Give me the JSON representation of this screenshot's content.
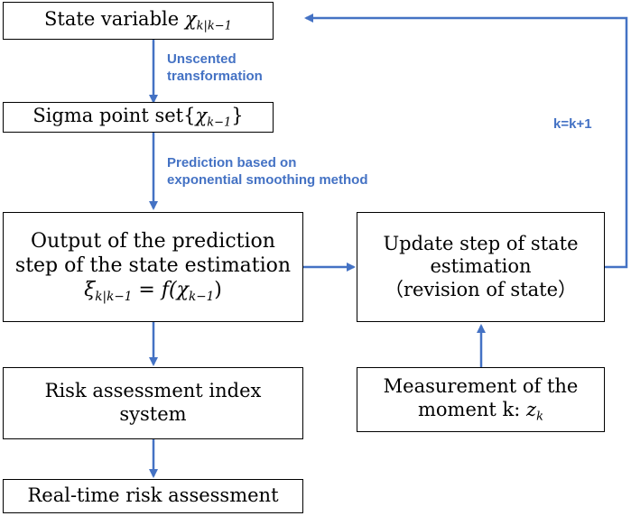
{
  "colors": {
    "arrow": "#4472c4",
    "label": "#4472c4",
    "box_border": "#000000"
  },
  "boxes": {
    "state_variable": {
      "text": "State variable",
      "symbol": "χ",
      "subscript": "k|k−1"
    },
    "sigma_points": {
      "text": "Sigma point set{",
      "symbol": "χ",
      "subscript": "k−1",
      "closing": "}"
    },
    "prediction_output": {
      "line1": "Output of the prediction",
      "line2": "step of the state estimation",
      "formula_symbol": "ξ",
      "formula_subscript": "k|k−1",
      "formula_rest": " = f(",
      "formula_arg_symbol": "χ",
      "formula_arg_subscript": "k−1",
      "formula_close": ")"
    },
    "update_step": {
      "line1": "Update step of state",
      "line2": "estimation",
      "line3": "（revision of state）"
    },
    "risk_index": {
      "line1": "Risk assessment index",
      "line2": "system"
    },
    "measurement": {
      "line1": "Measurement of the",
      "line2": "moment k:",
      "symbol": "z",
      "subscript": "k"
    },
    "realtime": {
      "text": "Real-time risk assessment"
    }
  },
  "labels": {
    "unscented": [
      "Unscented",
      "transformation"
    ],
    "prediction_method": [
      "Prediction based on",
      "exponential smoothing method"
    ],
    "loop": "k=k+1"
  }
}
